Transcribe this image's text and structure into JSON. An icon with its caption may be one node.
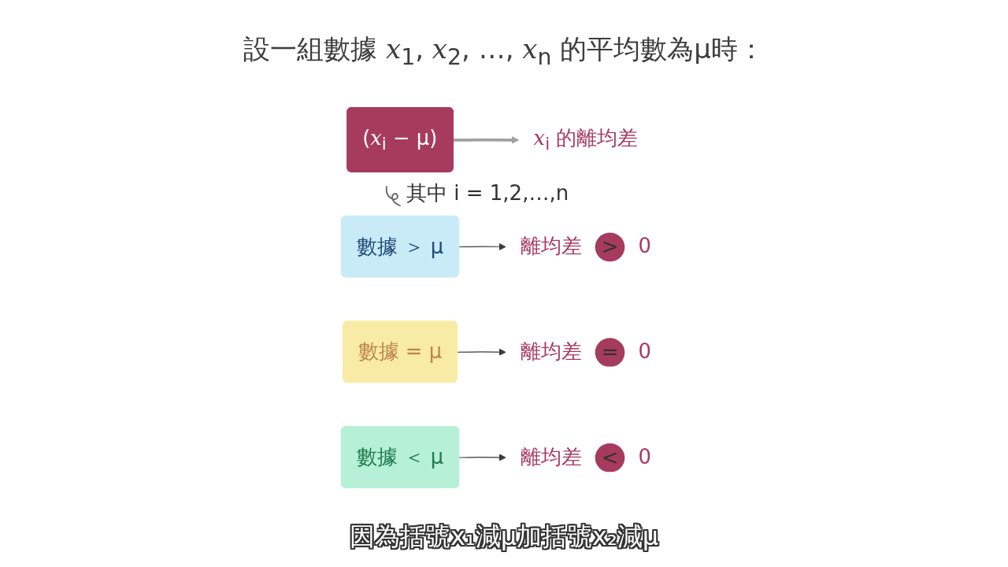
{
  "diagram": {
    "title": "設一組數據 *x*$_{1}$, *x*$_{2}$, …, *x*$_{n}$ 的平均數為μ時：",
    "caption": "因為括號x₁減μ加括號x₂減μ",
    "nodes": [
      {
        "text": [
          "(*x*$_{i}$ − μ)"
        ]
      },
      {
        "text": [
          "*x*$_{i}$ 的離均差"
        ]
      },
      {
        "text": [
          "數據 ＞ μ"
        ]
      },
      {
        "text": [
          "離均差",
          ">",
          "0"
        ]
      },
      {
        "text": [
          "數據 = μ"
        ]
      },
      {
        "text": [
          "離均差",
          "=",
          "0"
        ]
      },
      {
        "text": [
          "數據 ＜ μ"
        ]
      },
      {
        "text": [
          "離均差",
          "<",
          "0"
        ]
      }
    ],
    "edges": [
      {
        "from": 0,
        "to": 1,
        "arrow": "to",
        "style": "thick",
        "color": "#a0a0a0"
      },
      {
        "from": 2,
        "to": 3,
        "arrow": "to"
      },
      {
        "from": 4,
        "to": 5,
        "arrow": "to"
      },
      {
        "from": 6,
        "to": 7,
        "arrow": "to"
      }
    ],
    "labels": [
      "其中 i = 1,2,…,n"
    ]
  }
}
